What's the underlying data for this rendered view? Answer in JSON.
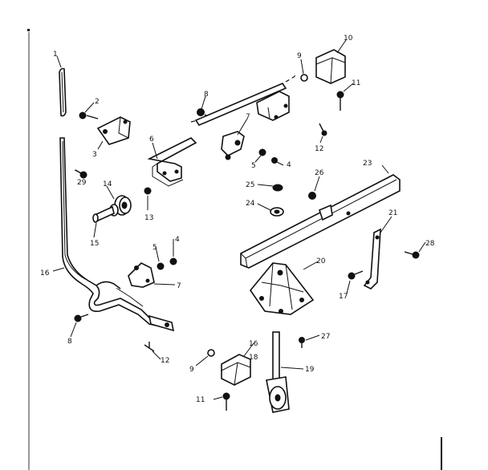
{
  "callouts": [
    "1",
    "2",
    "3",
    "4",
    "4",
    "5",
    "5",
    "6",
    "7",
    "7",
    "8",
    "8",
    "9",
    "9",
    "10",
    "11",
    "11",
    "12",
    "12",
    "13",
    "14",
    "15",
    "16",
    "16",
    "17",
    "18",
    "19",
    "20",
    "21",
    "23",
    "24",
    "25",
    "26",
    "27",
    "28",
    "29"
  ],
  "labels": {
    "c1": "1",
    "c2": "2",
    "c3": "3",
    "c4a": "4",
    "c4b": "4",
    "c5a": "5",
    "c5b": "5",
    "c6": "6",
    "c7a": "7",
    "c7b": "7",
    "c8a": "8",
    "c8b": "8",
    "c9a": "9",
    "c9b": "9",
    "c10": "10",
    "c11a": "11",
    "c11b": "11",
    "c12a": "12",
    "c12b": "12",
    "c13": "13",
    "c14": "14",
    "c15": "15",
    "c16a": "16",
    "c16b": "16",
    "c17": "17",
    "c18": "18",
    "c19": "19",
    "c20": "20",
    "c21": "21",
    "c23": "23",
    "c24": "24",
    "c25": "25",
    "c26": "26",
    "c27": "27",
    "c28": "28",
    "c29": "29"
  }
}
